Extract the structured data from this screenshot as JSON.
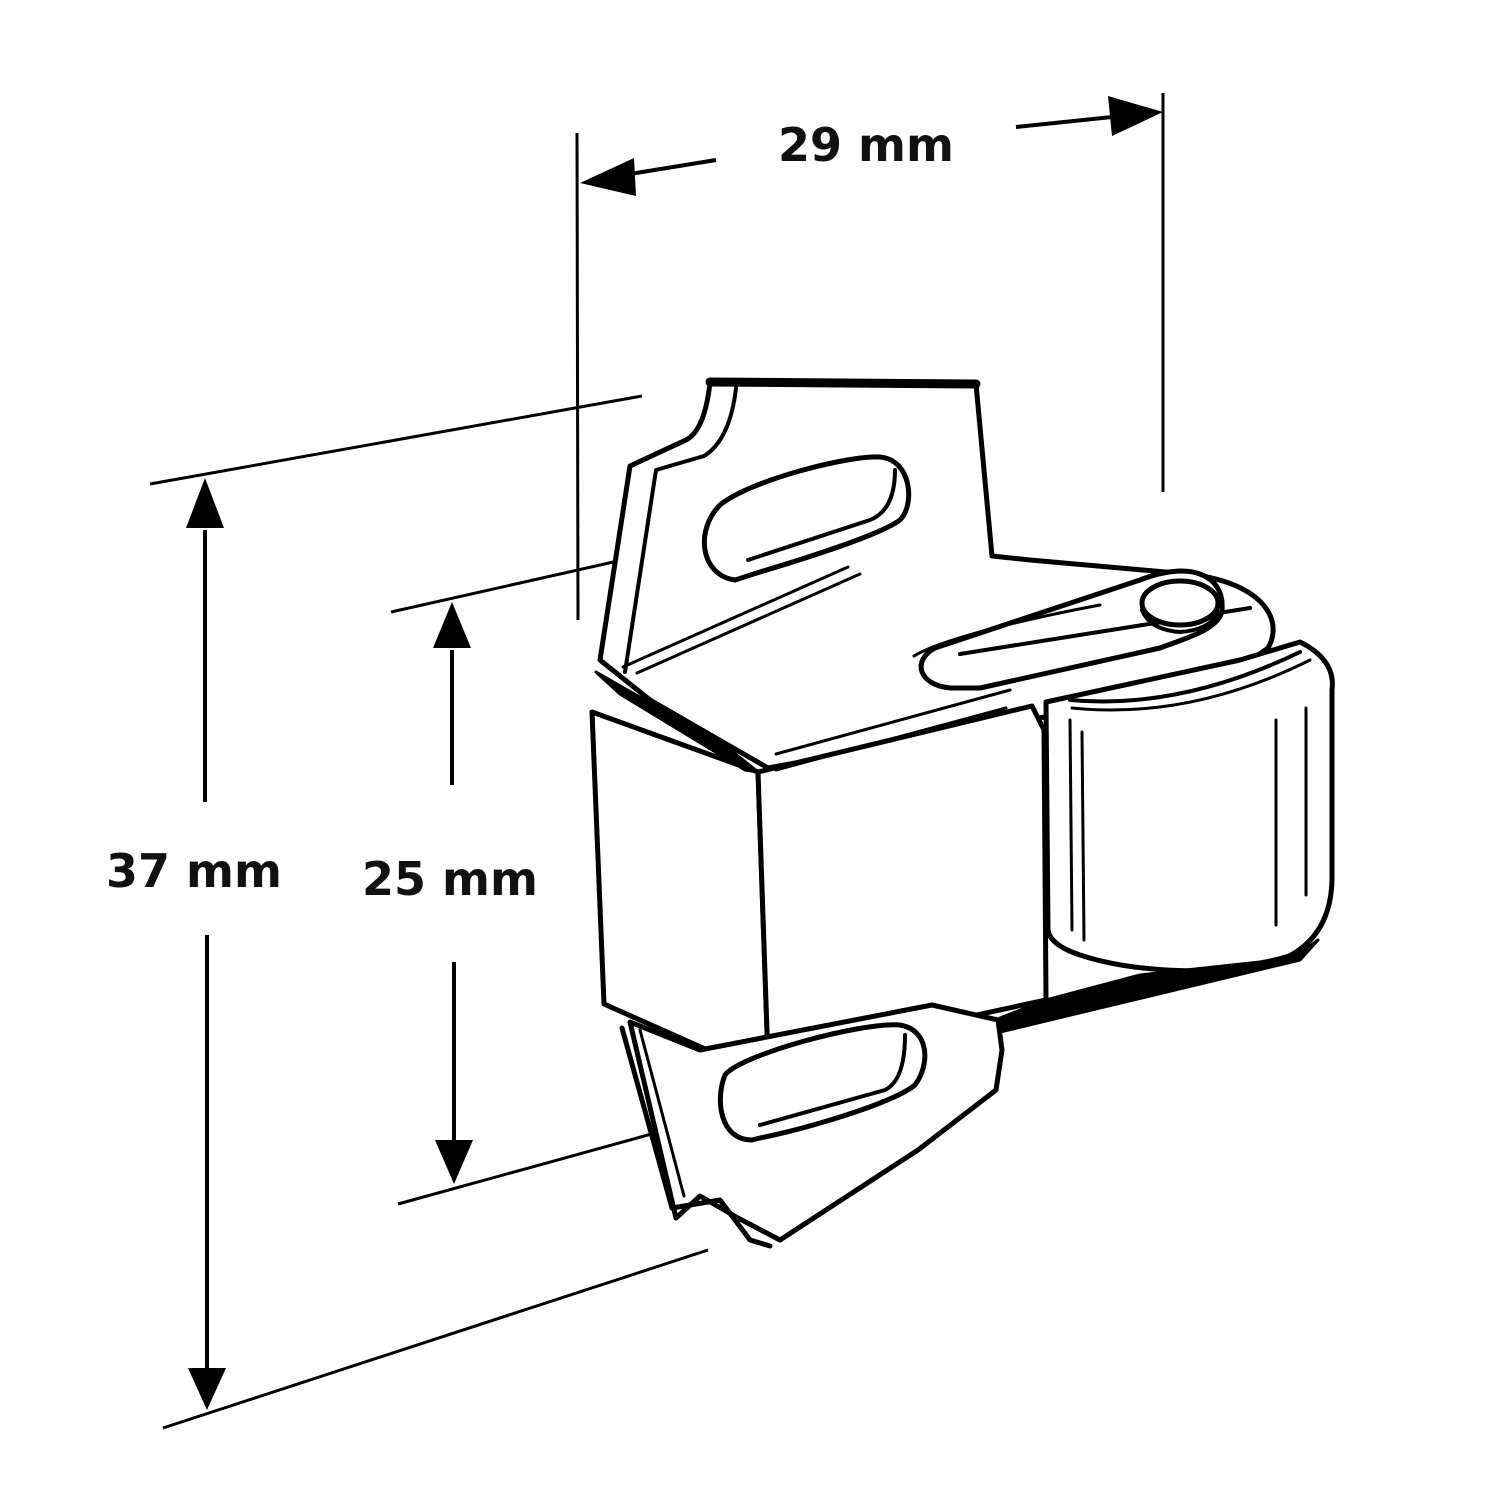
{
  "diagram": {
    "type": "technical-dimension-drawing",
    "subject": "wall-mounted clip holder with roller",
    "line_color": "#000000",
    "background_color": "#ffffff",
    "dimensions": {
      "width": {
        "label": "29 mm",
        "value": 29,
        "unit": "mm",
        "orientation": "horizontal"
      },
      "height": {
        "label": "37 mm",
        "value": 37,
        "unit": "mm",
        "orientation": "vertical"
      },
      "hole_spacing": {
        "label": "25 mm",
        "value": 25,
        "unit": "mm",
        "orientation": "vertical"
      }
    }
  }
}
